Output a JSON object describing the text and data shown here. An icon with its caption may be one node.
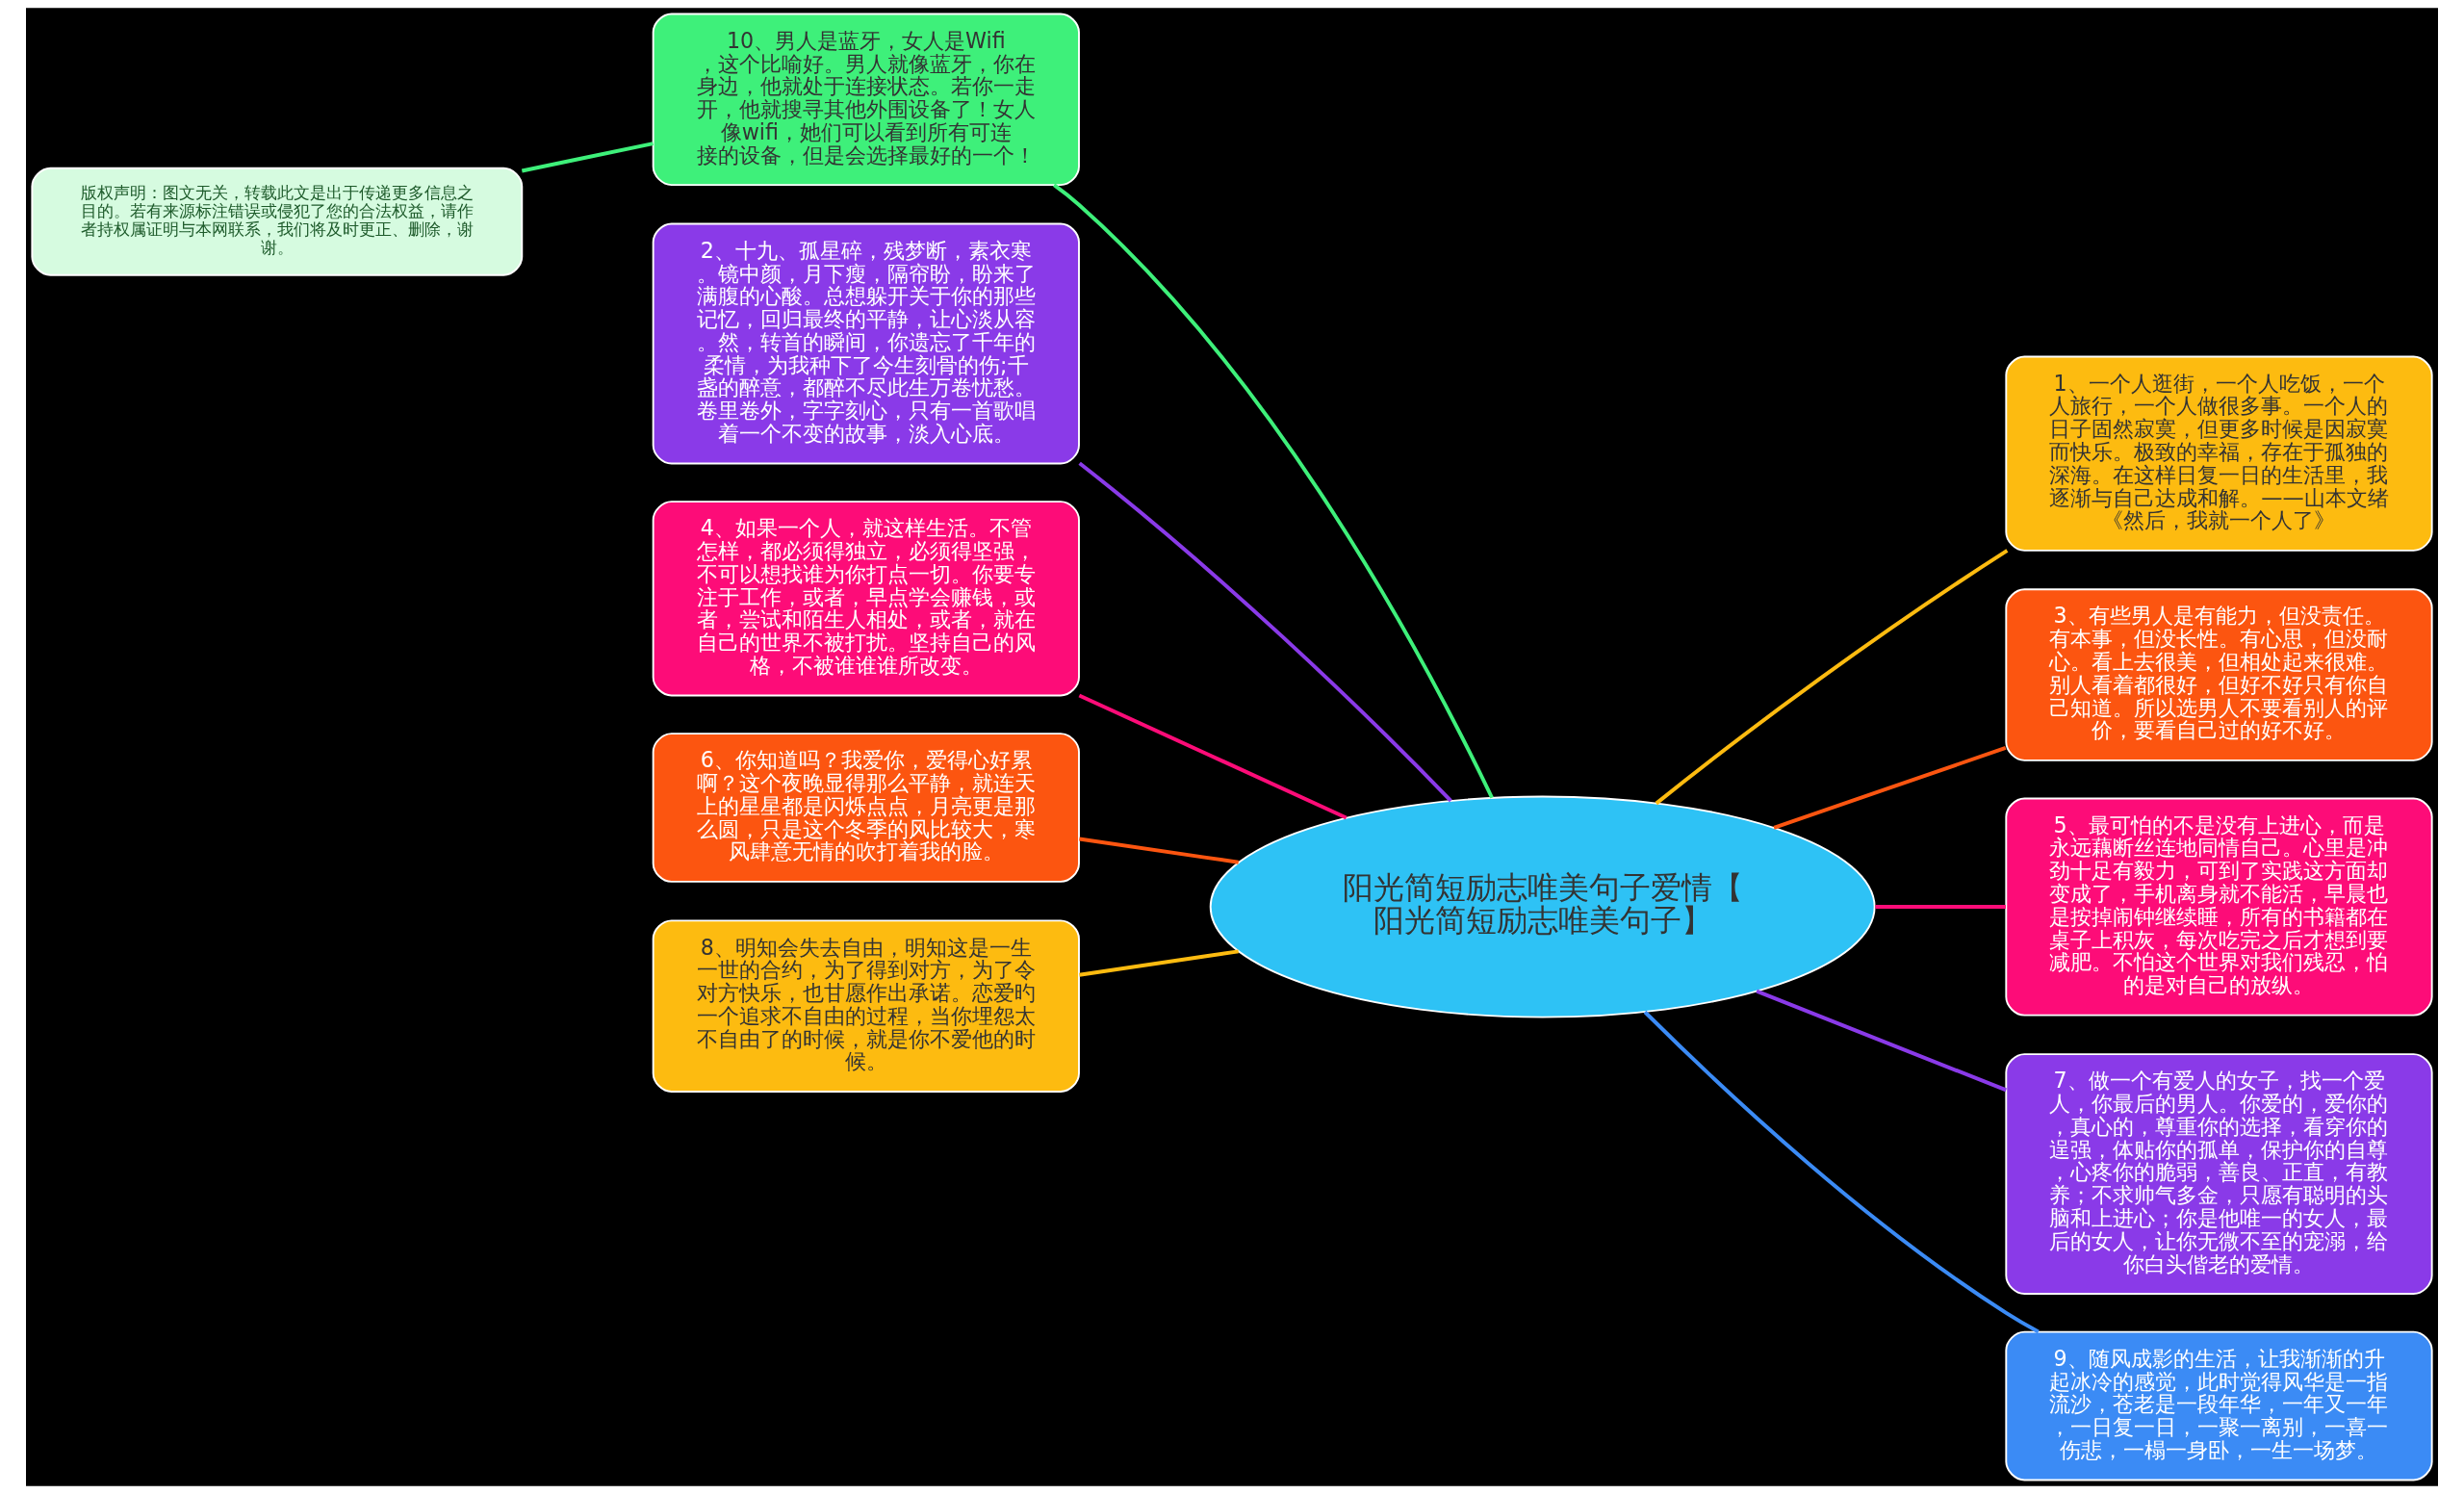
{
  "diagram": {
    "nodes": [
      {
        "text": [
          "阳光简短励志唯美句子爱情【阳光简短励志唯美句子】"
        ]
      },
      {
        "text": [
          "1、一个人逛街，一个人吃饭，一个人旅行，一个人做很多事。一个人的日子固然寂寞，但更多时候是因寂寞而快乐。极致的幸福，存在于孤独的深海。在这样日复一日的生活里，我逐渐与自己达成和解。——山本文绪《然后，我就一个人了》"
        ]
      },
      {
        "text": [
          "2、十九、孤星碎，残梦断，素衣寒。镜中颜，月下瘦，隔帘盼，盼来了满腹的心酸。总想躲开关于你的那些记忆，回归最终的平静，让心淡从容。然，转首的瞬间，你遗忘了千年的柔情，为我种下了今生刻骨的伤;千盏的醉意，都醉不尽此生万卷忧愁。卷里卷外，字字刻心，只有一首歌唱着一个不变的故事，淡入心底。"
        ]
      },
      {
        "text": [
          "3、有些男人是有能力，但没责任。有本事，但没长性。有心思，但没耐心。看上去很美，但相处起来很难。别人看着都很好，但好不好只有你自己知道。所以选男人不要看别人的评价，要看自己过的好不好。"
        ]
      },
      {
        "text": [
          "4、如果一个人，就这样生活。不管怎样，都必须得独立，必须得坚强，不可以想找谁为你打点一切。你要专注于工作，或者，早点学会赚钱，或者，尝试和陌生人相处，或者，就在自己的世界不被打扰。坚持自己的风格，不被谁谁谁所改变。"
        ]
      },
      {
        "text": [
          "5、最可怕的不是没有上进心，而是永远藕断丝连地同情自己。心里是冲劲十足有毅力，可到了实践这方面却变成了，手机离身就不能活，早晨也是按掉闹钟继续睡，所有的书籍都在桌子上积灰，每次吃完之后才想到要减肥。不怕这个世界对我们残忍，怕的是对自己的放纵。"
        ]
      },
      {
        "text": [
          "6、你知道吗？我爱你，爱得心好累啊？这个夜晚显得那么平静，就连天上的星星都是闪烁点点，月亮更是那么圆，只是这个冬季的风比较大，寒风肆意无情的吹打着我的脸。"
        ]
      },
      {
        "text": [
          "7、做一个有爱人的女子，找一个爱人，你最后的男人。你爱的，爱你的，真心的，尊重你的选择，看穿你的逞强，体贴你的孤单，保护你的自尊，心疼你的脆弱，善良、正直，有教养；不求帅气多金，只愿有聪明的头脑和上进心；你是他唯一的女人，最后的女人，让你无微不至的宠溺，给你白头偕老的爱情。"
        ]
      },
      {
        "text": [
          "8、明知会失去自由，明知这是一生一世的合约，为了得到对方，为了令对方快乐，也甘愿作出承诺。恋爱旳一个追求不自由的过程，当你埋怨太不自由了的时候，就是你不爱他的时候。"
        ]
      },
      {
        "text": [
          "9、随风成影的生活，让我渐渐的升起冰冷的感觉，此时觉得风华是一指流沙，苍老是一段年华，一年又一年，一日复一日，一聚一离别，一喜一伤悲，一榻一身卧，一生一场梦。"
        ]
      },
      {
        "text": [
          "10、男人是蓝牙，女人是Wifi，这个比喻好。男人就像蓝牙，你在身边，他就处于连接状态。若你一走开，他就搜寻其他外围设备了！女人像wifi，她们可以看到所有可连接的设备，但是会选择最好的一个！"
        ]
      },
      {
        "text": [
          "版权声明：图文无关，转载此文是出于传递更多信息之目的。若有来源标注错误或侵犯了您的合法权益，请作者持权属证明与本网联系，我们将及时更正、删除，谢谢。"
        ]
      }
    ],
    "edges": [
      {
        "from": 0,
        "to": 1,
        "arrow": "none",
        "color": "#fdbb10"
      },
      {
        "from": 0,
        "to": 2,
        "arrow": "none",
        "color": "#8a3ae8"
      },
      {
        "from": 0,
        "to": 3,
        "arrow": "none",
        "color": "#fc5510"
      },
      {
        "from": 0,
        "to": 4,
        "arrow": "none",
        "color": "#fd0c78"
      },
      {
        "from": 0,
        "to": 5,
        "arrow": "none",
        "color": "#fd0c78"
      },
      {
        "from": 0,
        "to": 6,
        "arrow": "none",
        "color": "#fc5510"
      },
      {
        "from": 0,
        "to": 7,
        "arrow": "none",
        "color": "#8a3ae8"
      },
      {
        "from": 0,
        "to": 8,
        "arrow": "none",
        "color": "#fdbb10"
      },
      {
        "from": 0,
        "to": 9,
        "arrow": "none",
        "color": "#3b8bf5"
      },
      {
        "from": 0,
        "to": 10,
        "arrow": "none",
        "color": "#3ef07a"
      },
      {
        "from": 10,
        "to": 11,
        "arrow": "none",
        "color": "#3ef07a"
      }
    ]
  }
}
